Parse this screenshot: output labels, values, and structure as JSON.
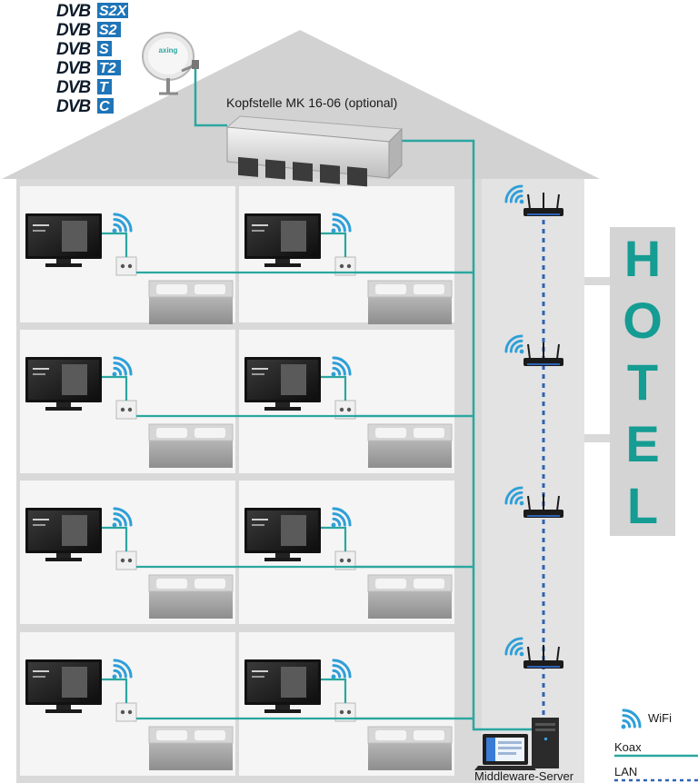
{
  "colors": {
    "koax": "#2ba6a0",
    "lan": "#2e63b4",
    "wifi": "#2f9fd8",
    "wall": "#d9d9d9",
    "room": "#f5f5f5",
    "roof": "#d2d2d2",
    "hotel_text": "#159c93",
    "dvb_badge": "#1f75b8",
    "dvb_dark": "#0d1b2a"
  },
  "dvb_logos": [
    {
      "prefix": "DVB",
      "suffix": "S2X"
    },
    {
      "prefix": "DVB",
      "suffix": "S2"
    },
    {
      "prefix": "DVB",
      "suffix": "S"
    },
    {
      "prefix": "DVB",
      "suffix": "T2"
    },
    {
      "prefix": "DVB",
      "suffix": "T"
    },
    {
      "prefix": "DVB",
      "suffix": "C"
    }
  ],
  "dish": {
    "brand": "axing"
  },
  "headend": {
    "label": "Kopfstelle MK 16-06 (optional)"
  },
  "hotel_sign": {
    "letters": [
      "H",
      "O",
      "T",
      "E",
      "L"
    ]
  },
  "server": {
    "label": "Middleware-Server"
  },
  "legend": {
    "wifi": "WiFi",
    "koax": "Koax",
    "lan": "LAN"
  },
  "floors": 4,
  "rooms_per_floor": 2,
  "routers": 4
}
